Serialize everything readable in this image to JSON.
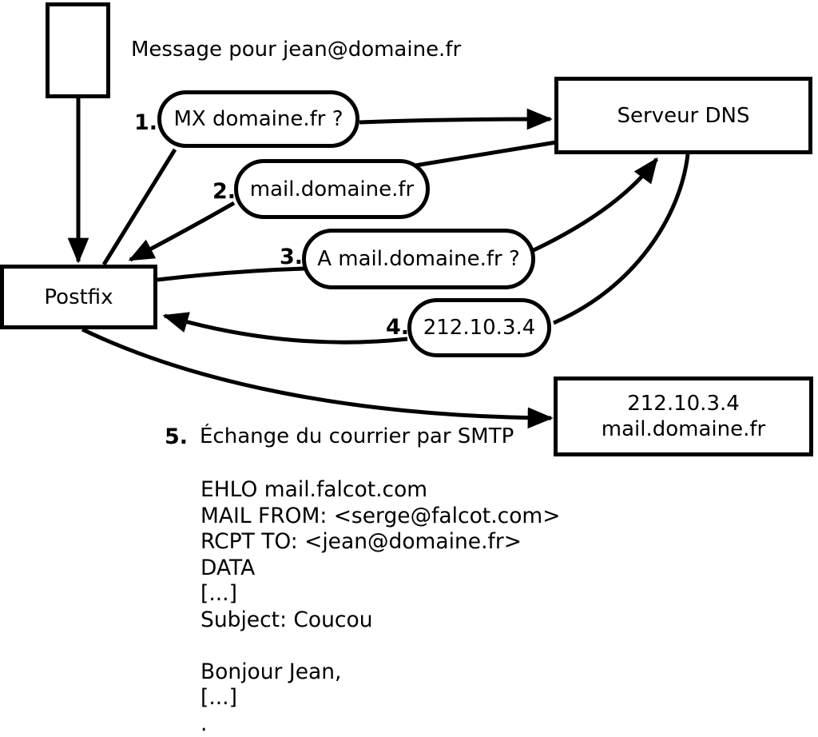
{
  "colors": {
    "ink": "#000000",
    "background": "#ffffff"
  },
  "annotations": {
    "message": "Message pour jean@domaine.fr"
  },
  "nodes": {
    "postfix": {
      "label": "Postfix"
    },
    "dns_server": {
      "label": "Serveur DNS"
    },
    "mail_server": {
      "line1": "212.10.3.4",
      "line2": "mail.domaine.fr"
    }
  },
  "steps": [
    {
      "number": "1.",
      "label": "MX domaine.fr ?"
    },
    {
      "number": "2.",
      "label": "mail.domaine.fr"
    },
    {
      "number": "3.",
      "label": "A mail.domaine.fr ?"
    },
    {
      "number": "4.",
      "label": "212.10.3.4"
    },
    {
      "number": "5.",
      "label": "Échange du courrier par SMTP"
    }
  ],
  "smtp_session": {
    "lines": [
      "EHLO mail.falcot.com",
      "MAIL FROM: <serge@falcot.com>",
      "RCPT TO: <jean@domaine.fr>",
      "DATA",
      "[...]",
      "Subject: Coucou",
      "",
      "Bonjour Jean,",
      "[...]",
      "."
    ]
  }
}
